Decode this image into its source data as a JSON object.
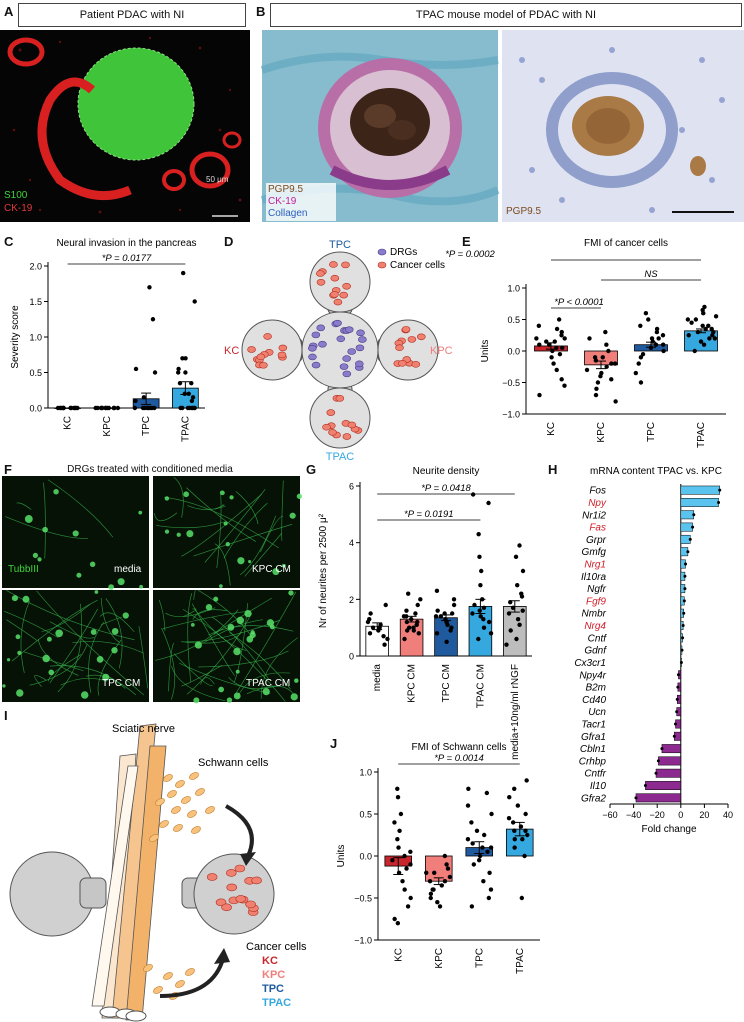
{
  "panels": {
    "a": {
      "letter": "A",
      "title": "Patient PDAC with NI",
      "stain1": "S100",
      "stain2": "CK-19",
      "scale": "50 μm"
    },
    "b": {
      "letter": "B",
      "title": "TPAC mouse model of PDAC with NI",
      "stain1": "PGP9.5",
      "stain2": "CK-19",
      "stain3": "Collagen",
      "stain4": "PGP9.5"
    },
    "c": {
      "letter": "C"
    },
    "d": {
      "letter": "D",
      "tpc": "TPC",
      "tpac": "TPAC",
      "kc": "KC",
      "kpc": "KPC",
      "legend_drg": "DRGs",
      "legend_cancer": "Cancer cells"
    },
    "e": {
      "letter": "E"
    },
    "f": {
      "letter": "F",
      "title": "DRGs treated with conditioned media",
      "stain": "TubbIII",
      "l1": "media",
      "l2": "KPC CM",
      "l3": "TPC CM",
      "l4": "TPAC CM"
    },
    "g": {
      "letter": "G"
    },
    "h": {
      "letter": "H"
    },
    "i": {
      "letter": "I",
      "nerve": "Sciatic nerve",
      "schwann": "Schwann cells",
      "cancer": "Cancer cells",
      "kc": "KC",
      "kpc": "KPC",
      "tpc": "TPC",
      "tpac": "TPAC"
    },
    "j": {
      "letter": "J"
    }
  },
  "colors": {
    "kc": "#c8262c",
    "kpc": "#f07f7c",
    "tpc": "#1f5a9e",
    "tpac": "#36a8e0",
    "purple": "#8c2a8f",
    "cyan": "#5bc4ee",
    "gray": "#bdbdbd"
  },
  "chart_data": [
    {
      "id": "c",
      "type": "bar",
      "title": "Neural invasion in the pancreas",
      "ylabel": "Severity score",
      "ylim": [
        0,
        2.0
      ],
      "yticks": [
        0,
        0.5,
        1.0,
        1.5,
        2.0
      ],
      "ytick_labels": [
        "0.0",
        "0.5",
        "1.0",
        "1.5",
        "2.0"
      ],
      "categories": [
        "KC",
        "KPC",
        "TPC",
        "TPAC"
      ],
      "values": [
        0.0,
        0.0,
        0.13,
        0.28
      ],
      "errors": [
        0.0,
        0.0,
        0.08,
        0.09
      ],
      "points": [
        [
          0,
          0,
          0,
          0,
          0,
          0,
          0,
          0,
          0,
          0,
          0,
          0
        ],
        [
          0,
          0,
          0,
          0,
          0,
          0,
          0,
          0,
          0,
          0,
          0,
          0
        ],
        [
          0,
          0,
          0,
          0,
          0,
          0,
          0,
          0,
          0.1,
          0.15,
          0.5,
          0.55,
          1.25,
          1.7
        ],
        [
          0,
          0,
          0,
          0,
          0,
          0,
          0,
          0,
          0.1,
          0.15,
          0.2,
          0.2,
          0.35,
          0.35,
          0.5,
          0.5,
          0.55,
          0.7,
          0.7,
          1.5,
          1.9
        ]
      ],
      "sig": [
        {
          "from": 0,
          "to": 3,
          "label": "*P = 0.0177"
        }
      ]
    },
    {
      "id": "e",
      "type": "bar",
      "title": "FMI of cancer cells",
      "ylabel": "Units",
      "ylim": [
        -1.0,
        1.0
      ],
      "yticks": [
        -1.0,
        -0.5,
        0.0,
        0.5,
        1.0
      ],
      "ytick_labels": [
        "−1.0",
        "−0.5",
        "0.0",
        "0.5",
        "1.0"
      ],
      "categories": [
        "KC",
        "KPC",
        "TPC",
        "TPAC"
      ],
      "values": [
        0.08,
        -0.22,
        0.1,
        0.32
      ],
      "errors": [
        0.05,
        0.06,
        0.04,
        0.03
      ],
      "points": [
        [
          -0.7,
          -0.55,
          -0.45,
          -0.3,
          -0.2,
          -0.1,
          0,
          0.05,
          0.1,
          0.1,
          0.15,
          0.2,
          0.25,
          0.3,
          0.35,
          0.4,
          0.5,
          0.05,
          0.15,
          -0.05,
          0.2
        ],
        [
          -0.8,
          -0.7,
          -0.6,
          -0.5,
          -0.45,
          -0.35,
          -0.3,
          -0.25,
          -0.2,
          -0.15,
          -0.1,
          0,
          0.1,
          0.2,
          0.3,
          -0.4,
          -0.1,
          -0.2
        ],
        [
          -0.5,
          -0.35,
          -0.2,
          -0.1,
          0,
          0.05,
          0.1,
          0.1,
          0.15,
          0.2,
          0.3,
          0.35,
          0.4,
          0.5,
          0.6,
          0.2,
          -0.05,
          0.25
        ],
        [
          0,
          0.1,
          0.2,
          0.25,
          0.3,
          0.3,
          0.35,
          0.4,
          0.45,
          0.5,
          0.55,
          0.6,
          0.65,
          0.7,
          0.2,
          0.15,
          0.35,
          0.4,
          0.5,
          0.25
        ]
      ],
      "sig": [
        {
          "from": 0,
          "to": 1,
          "label": "*P < 0.0001"
        },
        {
          "from": 1,
          "to": 3,
          "label": "NS"
        },
        {
          "from": 0,
          "to": 3,
          "label": "*P = 0.0002"
        }
      ]
    },
    {
      "id": "g",
      "type": "bar",
      "title": "Neurite density",
      "ylabel": "Nr of neurites per 2500 μ²",
      "ylim": [
        0,
        6
      ],
      "yticks": [
        0,
        2,
        4,
        6
      ],
      "ytick_labels": [
        "0",
        "2",
        "4",
        "6"
      ],
      "categories": [
        "media",
        "KPC CM",
        "TPC CM",
        "TPAC CM",
        "media+10ng/ml rNGF"
      ],
      "values": [
        1.05,
        1.3,
        1.35,
        1.75,
        1.75
      ],
      "errors": [
        0.12,
        0.1,
        0.1,
        0.25,
        0.2
      ],
      "points": [
        [
          0.4,
          0.6,
          0.8,
          0.9,
          1.0,
          1.1,
          1.2,
          1.5,
          1.8,
          0.7,
          1.3,
          1.0
        ],
        [
          0.6,
          0.8,
          0.9,
          1.0,
          1.1,
          1.2,
          1.3,
          1.4,
          1.5,
          1.6,
          1.8,
          2.0,
          2.2,
          1.2,
          1.0,
          1.4,
          0.9
        ],
        [
          0.5,
          0.8,
          0.9,
          1.0,
          1.1,
          1.2,
          1.3,
          1.4,
          1.5,
          1.6,
          1.8,
          2.0,
          2.3,
          1.2,
          1.4,
          1.5
        ],
        [
          0.6,
          0.8,
          1.0,
          1.2,
          1.4,
          1.5,
          1.6,
          1.8,
          2.0,
          2.5,
          3.0,
          3.5,
          4.3,
          5.4,
          5.7,
          1.3,
          1.7
        ],
        [
          0.4,
          0.6,
          0.9,
          1.1,
          1.3,
          1.5,
          1.7,
          1.9,
          2.1,
          2.5,
          3.0,
          3.5,
          3.9,
          1.6,
          2.2
        ]
      ],
      "sig": [
        {
          "from": 0,
          "to": 3,
          "label": "*P = 0.0191"
        },
        {
          "from": 0,
          "to": 4,
          "label": "*P = 0.0418"
        }
      ]
    },
    {
      "id": "h",
      "type": "bar",
      "orientation": "horizontal",
      "title": "mRNA content TPAC vs. KPC",
      "xlabel": "Fold change",
      "xlim": [
        -60,
        40
      ],
      "xticks": [
        -60,
        -40,
        -20,
        0,
        20,
        40
      ],
      "xtick_labels": [
        "−60",
        "−40",
        "−20",
        "0",
        "20",
        "40"
      ],
      "categories": [
        "Fos",
        "Npy",
        "Nr1i2",
        "Fas",
        "Grpr",
        "Gmfg",
        "Nrg1",
        "Il10ra",
        "Ngfr",
        "Fgf9",
        "Nmbr",
        "Nrg4",
        "Cntf",
        "Gdnf",
        "Cx3cr1",
        "Npy4r",
        "B2m",
        "Cd40",
        "Ucn",
        "Tacr1",
        "Gfra1",
        "Cbln1",
        "Crhbp",
        "Cntfr",
        "Il10",
        "Gfra2"
      ],
      "red_labels": [
        "Npy",
        "Fas",
        "Nrg1",
        "Fgf9",
        "Nrg4"
      ],
      "values": [
        33,
        32,
        11,
        10,
        8,
        6,
        4,
        3.5,
        3.5,
        3,
        2.5,
        2,
        1.5,
        1,
        0.5,
        -2,
        -2.5,
        -3,
        -3.5,
        -4.5,
        -5.5,
        -16,
        -19,
        -21,
        -30,
        -38
      ],
      "errors": [
        1,
        1,
        1,
        1,
        1,
        1,
        0.8,
        0.8,
        0.8,
        0.8,
        0.8,
        0.8,
        0.5,
        0.5,
        0.5,
        0.5,
        0.5,
        0.5,
        0.5,
        0.5,
        0.5,
        1,
        1,
        1,
        1,
        1
      ]
    },
    {
      "id": "j",
      "type": "bar",
      "title": "FMI of Schwann cells",
      "ylabel": "Units",
      "ylim": [
        -1.0,
        1.0
      ],
      "yticks": [
        -1.0,
        -0.5,
        0.0,
        0.5,
        1.0
      ],
      "ytick_labels": [
        "−1.0",
        "−0.5",
        "0.0",
        "0.5",
        "1.0"
      ],
      "categories": [
        "KC",
        "KPC",
        "TPC",
        "TPAC"
      ],
      "values": [
        -0.12,
        -0.3,
        0.1,
        0.32
      ],
      "errors": [
        0.1,
        0.04,
        0.07,
        0.08
      ],
      "points": [
        [
          -0.8,
          -0.75,
          -0.6,
          -0.5,
          -0.4,
          -0.3,
          -0.2,
          -0.1,
          0,
          0.1,
          0.2,
          0.3,
          0.4,
          0.5,
          0.7,
          0.8,
          -0.15,
          0.05,
          -0.05
        ],
        [
          -0.6,
          -0.55,
          -0.5,
          -0.45,
          -0.4,
          -0.35,
          -0.3,
          -0.25,
          -0.2,
          -0.15,
          -0.1,
          0,
          -0.3,
          -0.2,
          -0.4
        ],
        [
          -0.6,
          -0.5,
          -0.4,
          -0.3,
          -0.2,
          -0.1,
          0,
          0.05,
          0.1,
          0.15,
          0.2,
          0.3,
          0.4,
          0.5,
          0.6,
          0.75,
          0.8,
          0.1,
          -0.05,
          0.25
        ],
        [
          -0.5,
          0,
          0.1,
          0.2,
          0.25,
          0.3,
          0.35,
          0.4,
          0.45,
          0.5,
          0.6,
          0.7,
          0.8,
          0.9,
          0.3,
          0.2
        ]
      ],
      "sig": [
        {
          "from": 0,
          "to": 3,
          "label": "*P = 0.0014"
        }
      ]
    }
  ]
}
